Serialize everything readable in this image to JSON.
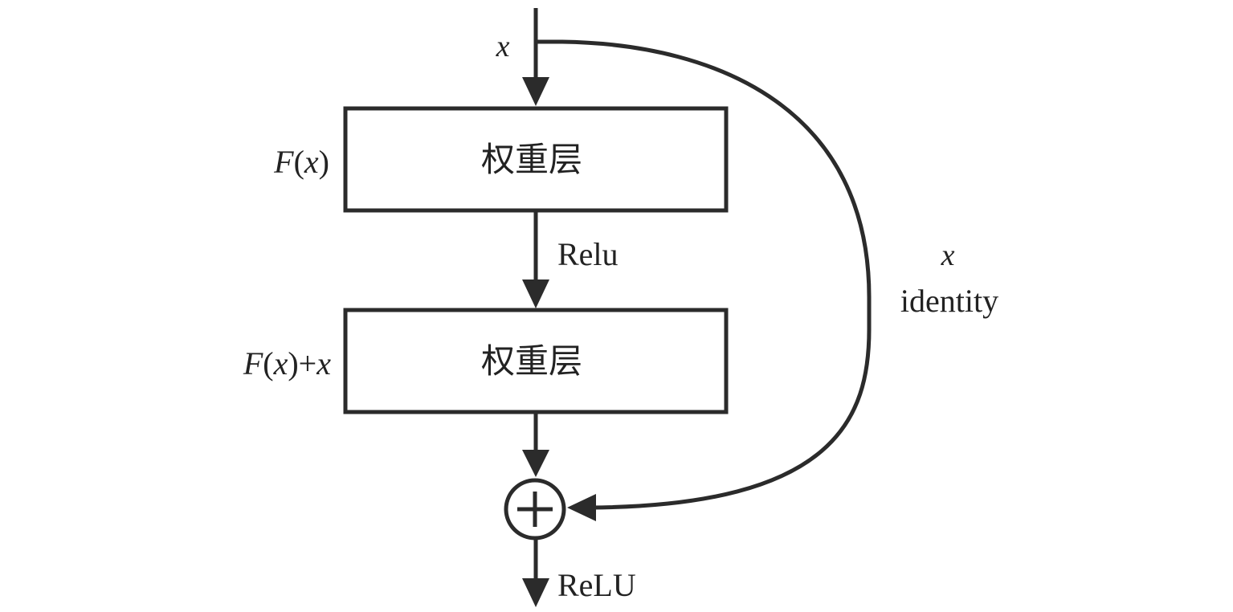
{
  "input_label": "x",
  "layer1": {
    "side_label_fn": "F",
    "side_label_open": "(",
    "side_label_var": "x",
    "side_label_close": ")",
    "text": "权重层"
  },
  "activation_label": "Relu",
  "layer2": {
    "side_label_fn": "F",
    "side_label_open": "(",
    "side_label_var": "x",
    "side_label_close": ")+",
    "side_label_var2": "x",
    "text": "权重层"
  },
  "skip_connection": {
    "var_label": "x",
    "name_label": "identity"
  },
  "adder_symbol": "plus",
  "output_label": "ReLU"
}
